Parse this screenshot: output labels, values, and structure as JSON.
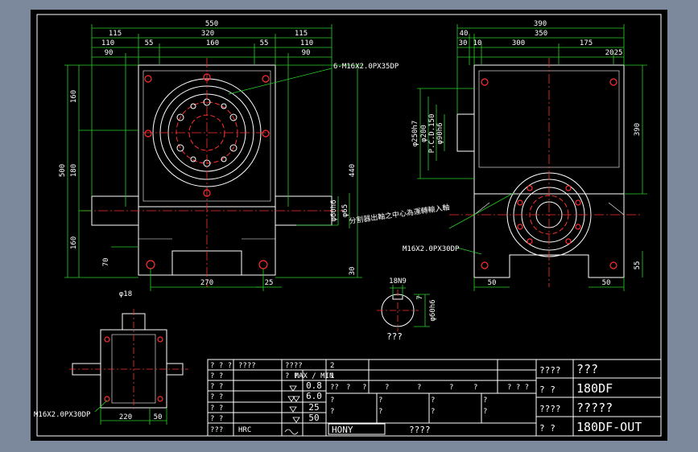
{
  "front_view": {
    "top_dims": [
      "550",
      "115",
      "320",
      "115",
      "110",
      "55",
      "160",
      "55",
      "110",
      "90",
      "90"
    ],
    "left_dims": [
      "500",
      "160",
      "180",
      "160",
      "70"
    ],
    "right_dims": [
      "440",
      "φ60h6",
      "φ65",
      "30"
    ],
    "bottom_dims": [
      "270",
      "25",
      "φ18"
    ],
    "callout": "6-M16X2.0PX35DP",
    "note": "分割器出軸之中心為運轉輸入軸"
  },
  "side_view": {
    "top_dims": [
      "390",
      "40",
      "350",
      "30",
      "10",
      "300",
      "175",
      "20",
      "25"
    ],
    "left_dims": [
      "φ250h7",
      "φ200",
      "P.C.D.150",
      "φ90h6"
    ],
    "right_dims": [
      "390",
      "55"
    ],
    "bottom_dims": [
      "50",
      "50"
    ],
    "callout": "M16X2.0PX30DP"
  },
  "key_detail": {
    "key_dim": "18N9",
    "depth_dim": "7",
    "shaft_dim": "φ60h6",
    "label": "???"
  },
  "bottom_view": {
    "callout": "M16X2.0PX30DP",
    "dims": [
      "220",
      "50"
    ]
  },
  "title_block": {
    "left_rows": [
      {
        "a": "? ? ?",
        "b": "????",
        "c": "????"
      },
      {
        "a": "? ?",
        "b": "",
        "c": "? ?"
      },
      {
        "a": "? ?",
        "b": "",
        "c": ""
      },
      {
        "a": "? ?",
        "b": "",
        "c": ""
      },
      {
        "a": "? ?",
        "b": "",
        "c": ""
      },
      {
        "a": "? ?",
        "b": "",
        "c": ""
      },
      {
        "a": "???",
        "b": "HRC",
        "c": ""
      }
    ],
    "roughness_header": "MAX / MIN",
    "roughness_values": [
      "0.8",
      "6.0",
      "25",
      "50"
    ],
    "rev_numbers": [
      "2",
      "1"
    ],
    "rev_row": [
      "??",
      "?",
      "?",
      "?",
      "?",
      "?",
      "?",
      "? ? ?"
    ],
    "grid_marks": [
      "?",
      "?",
      "?",
      "?",
      "?",
      "?",
      "?",
      "?"
    ],
    "company": "HONY",
    "company_suffix": "????",
    "right_rows": [
      {
        "label": "????",
        "value": "???"
      },
      {
        "label": "? ?",
        "value": "180DF"
      },
      {
        "label": "????",
        "value": "?????"
      },
      {
        "label": "? ?",
        "value": "180DF-OUT"
      }
    ]
  }
}
